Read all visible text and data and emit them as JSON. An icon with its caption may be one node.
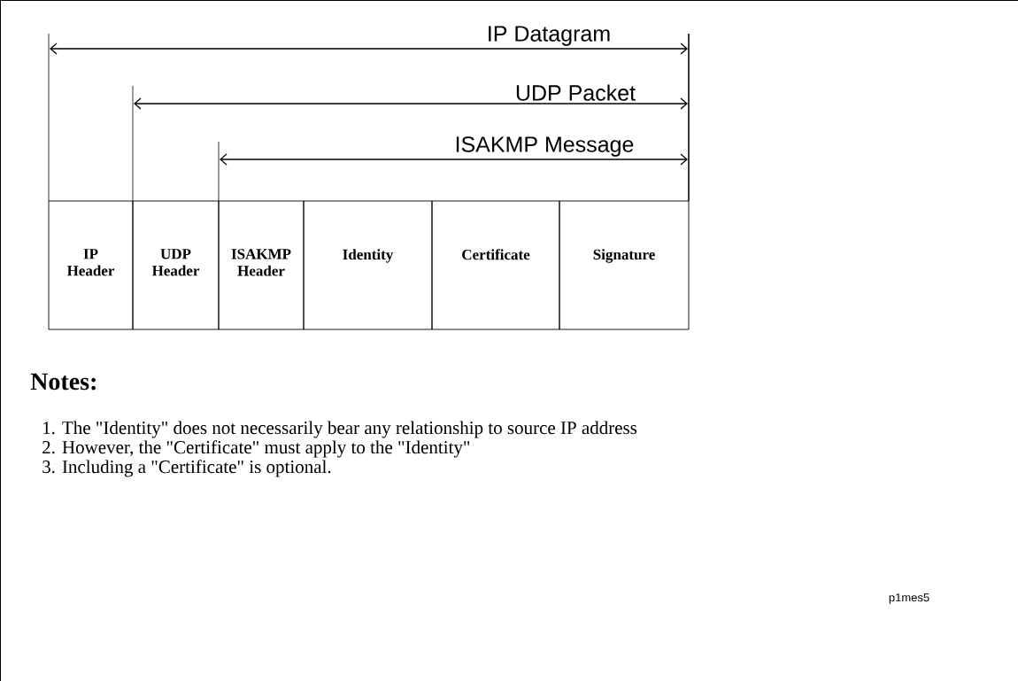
{
  "diagram": {
    "nodes": [
      {
        "text": [
          "IP Header"
        ]
      },
      {
        "text": [
          "UDP Header"
        ]
      },
      {
        "text": [
          "ISAKMP Header"
        ]
      },
      {
        "text": [
          "Identity"
        ]
      },
      {
        "text": [
          "Certificate"
        ]
      },
      {
        "text": [
          "Signature"
        ]
      }
    ],
    "labels": [
      "IP Datagram",
      "UDP Packet",
      "ISAKMP Message",
      "Notes:",
      "1. The \"Identity\" does not necessarily bear any relationship to source IP address",
      "2. However, the \"Certificate\" must apply to the \"Identity\"",
      "3. Including a \"Certificate\" is optional.",
      "p1mes5"
    ]
  }
}
